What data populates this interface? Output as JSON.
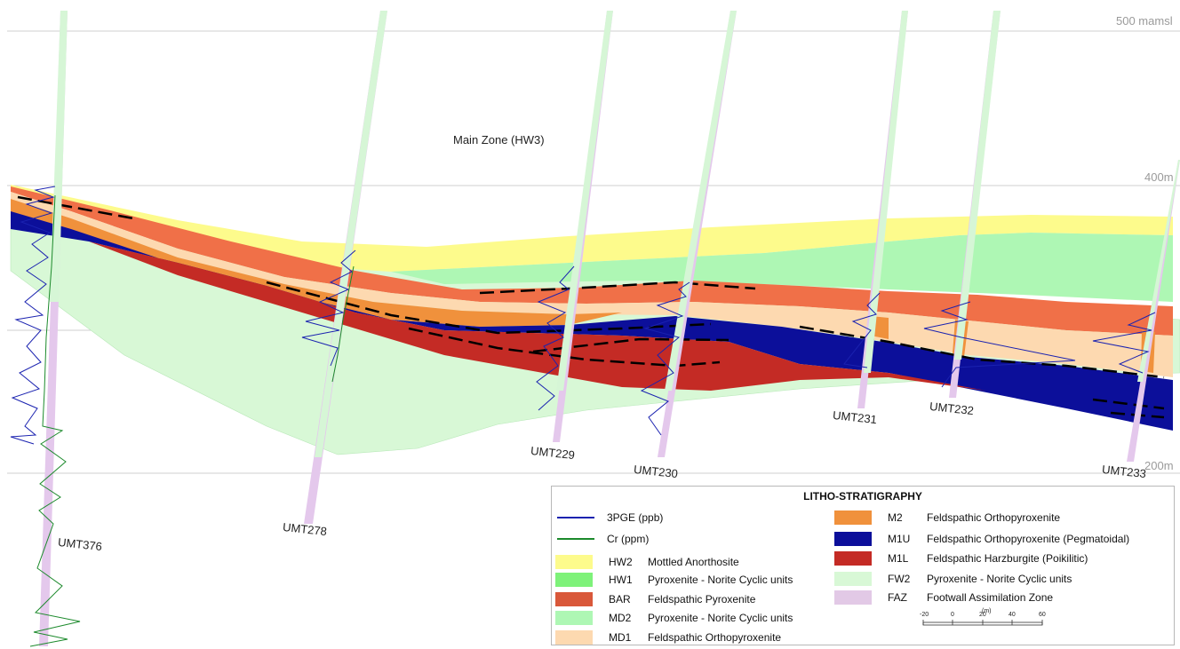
{
  "elevations": [
    "500 mamsl",
    "400m",
    "200m"
  ],
  "zone_label": "Main Zone (HW3)",
  "boreholes": [
    "UMT376",
    "UMT278",
    "UMT229",
    "UMT230",
    "UMT231",
    "UMT232",
    "UMT233"
  ],
  "legend": {
    "title": "LITHO-STRATIGRAPHY",
    "lines": [
      {
        "label": "3PGE (ppb)",
        "color": "#1a22b0"
      },
      {
        "label": "Cr (ppm)",
        "color": "#1c8a2c"
      }
    ],
    "units_left": [
      {
        "code": "HW2",
        "name": "Mottled Anorthosite",
        "color": "#fdfb8c"
      },
      {
        "code": "HW1",
        "name": "Pyroxenite - Norite Cyclic units",
        "color": "#7ef27a"
      },
      {
        "code": "BAR",
        "name": "Feldspathic Pyroxenite",
        "color": "#d9583a"
      },
      {
        "code": "MD2",
        "name": "Pyroxenite - Norite Cyclic units",
        "color": "#aef7b4"
      },
      {
        "code": "MD1",
        "name": "Feldspathic Orthopyroxenite",
        "color": "#fdd9b0"
      }
    ],
    "units_right": [
      {
        "code": "M2",
        "name": "Feldspathic Orthopyroxenite",
        "color": "#f0913c"
      },
      {
        "code": "M1U",
        "name": "Feldspathic Orthopyroxenite (Pegmatoidal)",
        "color": "#0c0f9a"
      },
      {
        "code": "M1L",
        "name": "Feldspathic Harzburgite (Poikilitic)",
        "color": "#c42b25"
      },
      {
        "code": "FW2",
        "name": "Pyroxenite - Norite Cyclic units",
        "color": "#d8f8d6"
      },
      {
        "code": "FAZ",
        "name": "Footwall Assimilation Zone",
        "color": "#e2c9e6"
      }
    ],
    "scale": {
      "unit": "(m)",
      "ticks": [
        "-20",
        "0",
        "20",
        "40",
        "60"
      ]
    }
  }
}
